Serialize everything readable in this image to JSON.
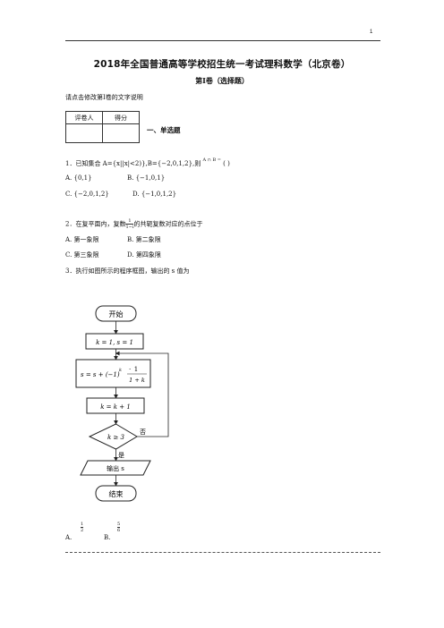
{
  "page_number": "1",
  "title": "2018年全国普通高等学校招生统一考试理科数学（北京卷）",
  "subtitle": "第I卷（选择题）",
  "instruction": "请点击修改第I卷的文字说明",
  "score_table": {
    "col1": "评卷人",
    "col2": "得分"
  },
  "section_heading": "一、单选题",
  "questions": {
    "q1": {
      "stem": "1．已知集合 A={x||x|<2)},B={−2,0,1,2},则",
      "expr": "A ∩ B =",
      "paren": "(     )",
      "opt_a": "A.    {0,1}",
      "opt_b": "B.    {−1,0,1}",
      "opt_c": "C.    {−2,0,1,2}",
      "opt_d": "D.    {−1,0,1,2}"
    },
    "q2": {
      "stem_pre": "2．在复平面内，复数",
      "frac_num": "1",
      "frac_den": "1−i",
      "stem_post": "的共轭复数对应的点位于",
      "opt_a": "A.    第一象限",
      "opt_b": "B.    第二象限",
      "opt_c": "C.    第三象限",
      "opt_d": "D.    第四象限"
    },
    "q3": {
      "stem": "3．执行如图所示的程序框图，输出的 s 值为",
      "opt_a": "A.",
      "opt_a_num": "1",
      "opt_a_den": "2",
      "opt_b": "B.",
      "opt_b_num": "5",
      "opt_b_den": "6"
    }
  },
  "flowchart": {
    "start": "开始",
    "init": "k = 1,  s = 1",
    "formula_lhs": "s = s + (−1)",
    "formula_exp": "k",
    "formula_num": "1",
    "formula_den": "1 + k",
    "increment": "k = k + 1",
    "condition": "k ≥ 3",
    "no_label": "否",
    "yes_label": "是",
    "output": "输出 s",
    "end": "结束"
  }
}
